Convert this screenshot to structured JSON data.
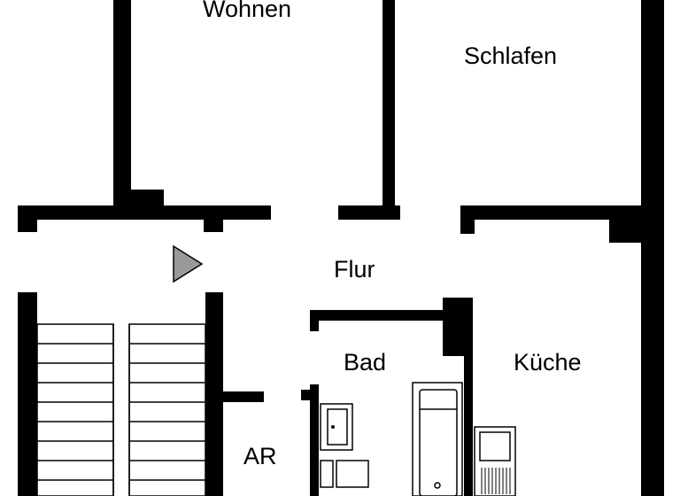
{
  "rooms": {
    "wohnen": "Wohnen",
    "schlafen": "Schlafen",
    "flur": "Flur",
    "bad": "Bad",
    "kueche": "Küche",
    "ar": "AR"
  },
  "colors": {
    "wall": "#000000",
    "background": "#ffffff",
    "entry_marker": "#999999"
  },
  "icons": {
    "entry_marker": "triangle-right-icon"
  }
}
